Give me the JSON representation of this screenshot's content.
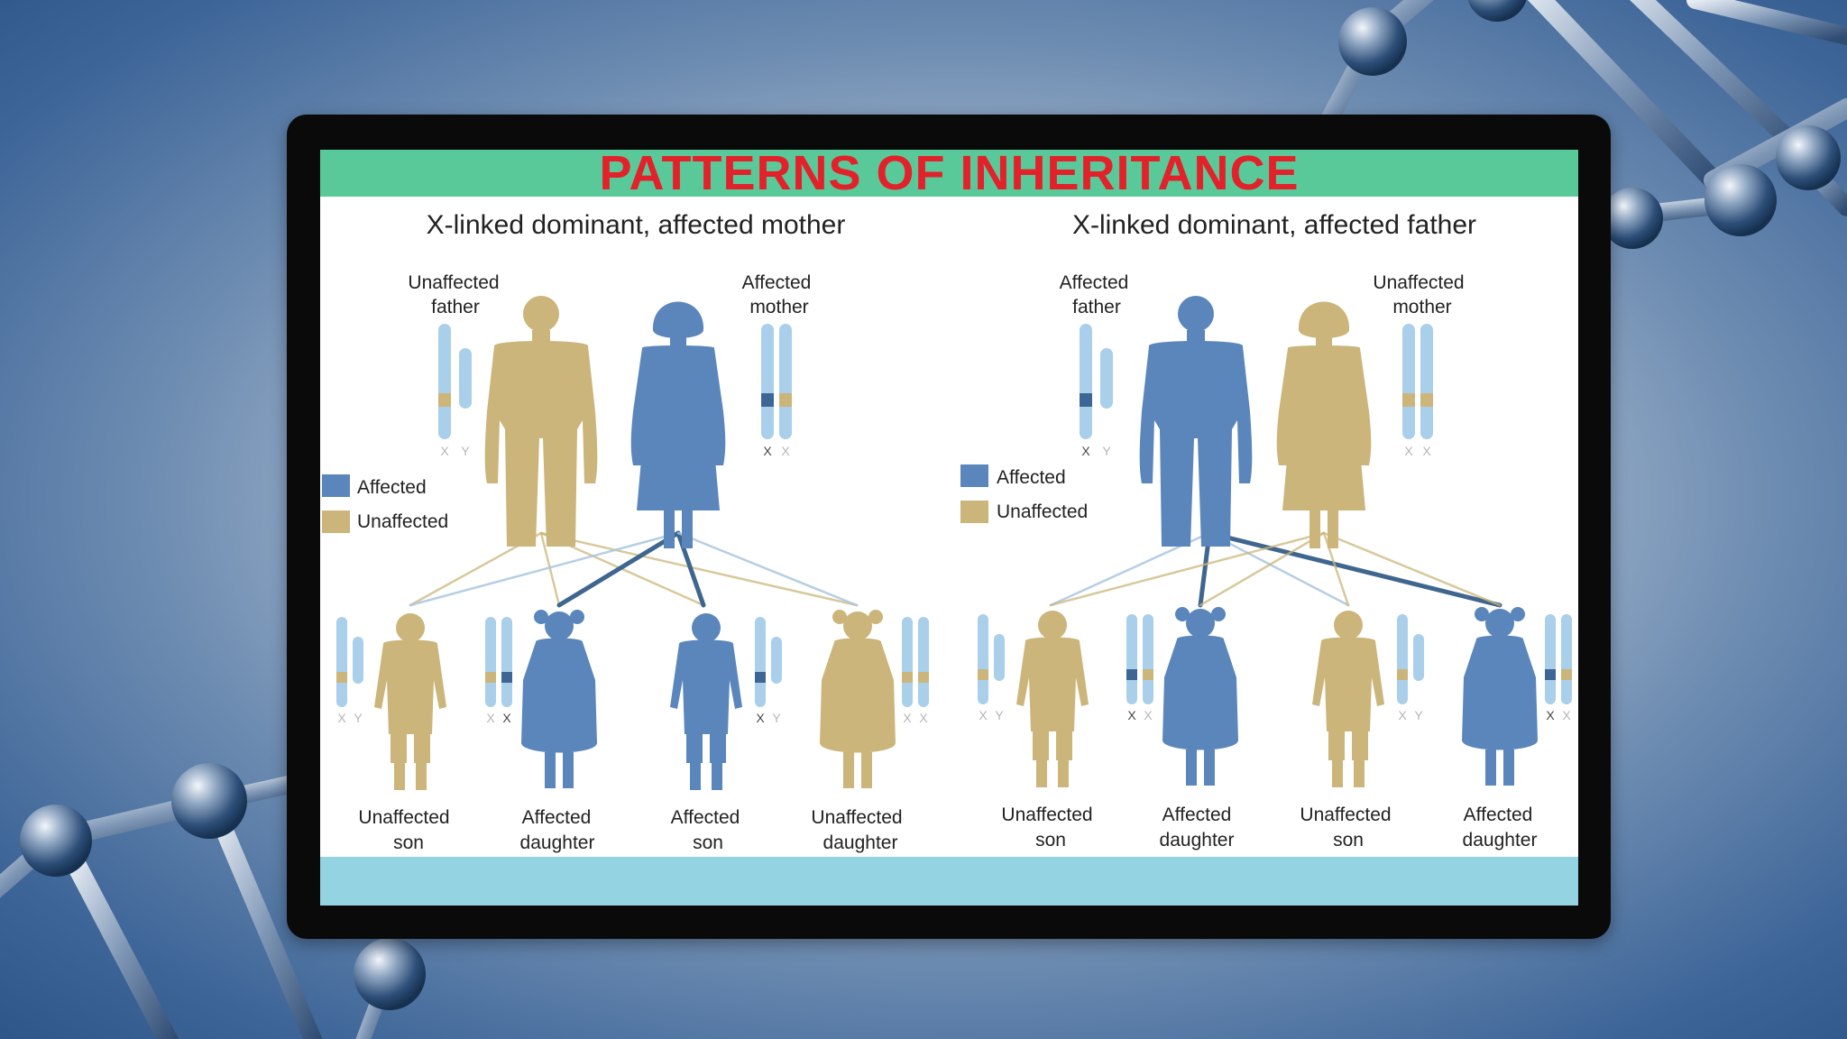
{
  "title": "PATTERNS OF INHERITANCE",
  "colors": {
    "affected": "#5a86bc",
    "unaffected": "#cbb57a",
    "chrom": "#a9cfea",
    "title_bar": "#5ac99a",
    "title_text": "#e3212b",
    "bottom_bar": "#93d3e2"
  },
  "legend": {
    "affected": "Affected",
    "unaffected": "Unaffected"
  },
  "panels": [
    {
      "heading": "X-linked dominant, affected mother",
      "parents": [
        {
          "line1": "Unaffected",
          "line2": "father",
          "status": "unaffected",
          "sex": "male",
          "chrom": [
            "X",
            "Y"
          ]
        },
        {
          "line1": "Affected",
          "line2": "mother",
          "status": "affected",
          "sex": "female",
          "chrom": [
            "X",
            "X"
          ]
        }
      ],
      "children": [
        {
          "line1": "Unaffected",
          "line2": "son",
          "status": "unaffected",
          "sex": "male",
          "chrom": [
            "X",
            "Y"
          ]
        },
        {
          "line1": "Affected",
          "line2": "daughter",
          "status": "affected",
          "sex": "female",
          "chrom": [
            "X",
            "X"
          ]
        },
        {
          "line1": "Affected",
          "line2": "son",
          "status": "affected",
          "sex": "male",
          "chrom": [
            "X",
            "Y"
          ]
        },
        {
          "line1": "Unaffected",
          "line2": "daughter",
          "status": "unaffected",
          "sex": "female",
          "chrom": [
            "X",
            "X"
          ]
        }
      ]
    },
    {
      "heading": "X-linked dominant, affected father",
      "parents": [
        {
          "line1": "Affected",
          "line2": "father",
          "status": "affected",
          "sex": "male",
          "chrom": [
            "X",
            "Y"
          ]
        },
        {
          "line1": "Unaffected",
          "line2": "mother",
          "status": "unaffected",
          "sex": "female",
          "chrom": [
            "X",
            "X"
          ]
        }
      ],
      "children": [
        {
          "line1": "Unaffected",
          "line2": "son",
          "status": "unaffected",
          "sex": "male",
          "chrom": [
            "X",
            "Y"
          ]
        },
        {
          "line1": "Affected",
          "line2": "daughter",
          "status": "affected",
          "sex": "female",
          "chrom": [
            "X",
            "X"
          ]
        },
        {
          "line1": "Unaffected",
          "line2": "son",
          "status": "unaffected",
          "sex": "male",
          "chrom": [
            "X",
            "Y"
          ]
        },
        {
          "line1": "Affected",
          "line2": "daughter",
          "status": "affected",
          "sex": "female",
          "chrom": [
            "X",
            "X"
          ]
        }
      ]
    }
  ]
}
